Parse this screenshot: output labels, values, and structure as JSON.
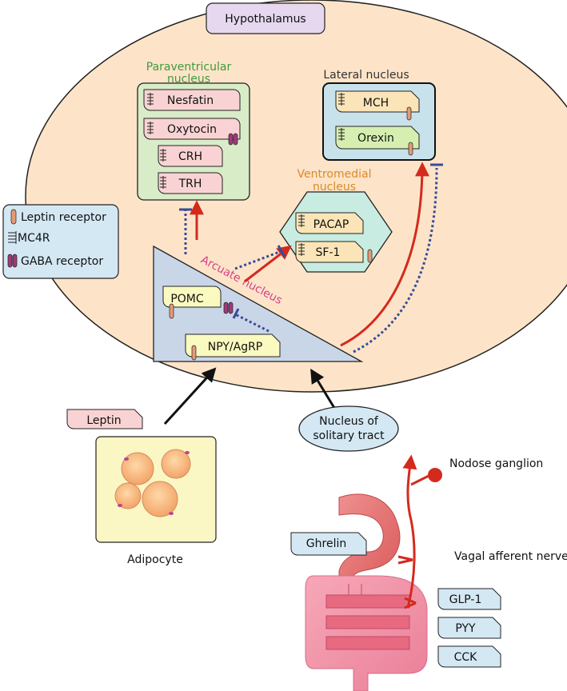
{
  "labels": {
    "hypothalamus": "Hypothalamus",
    "pvn_line1": "Paraventricular",
    "pvn_line2": "nucleus",
    "lateral": "Lateral nucleus",
    "vmn_line1": "Ventromedial",
    "vmn_line2": "nucleus",
    "arcuate": "Arcuate nucleus",
    "nts_line1": "Nucleus of",
    "nts_line2": "solitary tract",
    "nodose": "Nodose ganglion",
    "vagal": "Vagal afferent nerve",
    "adipocyte": "Adipocyte"
  },
  "pvn_neurons": [
    "Nesfatin",
    "Oxytocin",
    "CRH",
    "TRH"
  ],
  "lateral_neurons": [
    "MCH",
    "Orexin"
  ],
  "vmn_neurons": [
    "PACAP",
    "SF-1"
  ],
  "arcuate_neurons": [
    "POMC",
    "NPY/AgRP"
  ],
  "legend": {
    "leptin_receptor": "Leptin receptor",
    "mc4r": "MC4R",
    "gaba_receptor": "GABA receptor"
  },
  "hormones": {
    "leptin": "Leptin",
    "ghrelin": "Ghrelin",
    "glp1": "GLP-1",
    "pyy": "PYY",
    "cck": "CCK"
  },
  "colors": {
    "hypothalamus_fill": "#fde4c8",
    "stimulatory_arrow": "#d42a1e",
    "inhibitory_line": "#3a4a9a",
    "pvn_box": "#d8ecc8",
    "lateral_box": "#c8e2ec",
    "vmn_box": "#c8ece2",
    "arcuate_fill": "#c9d6e8",
    "pvn_label": "#3f9a3f",
    "vmn_label": "#d98a2a",
    "arcuate_label": "#d4408a",
    "gut": "#ef8fa8"
  }
}
